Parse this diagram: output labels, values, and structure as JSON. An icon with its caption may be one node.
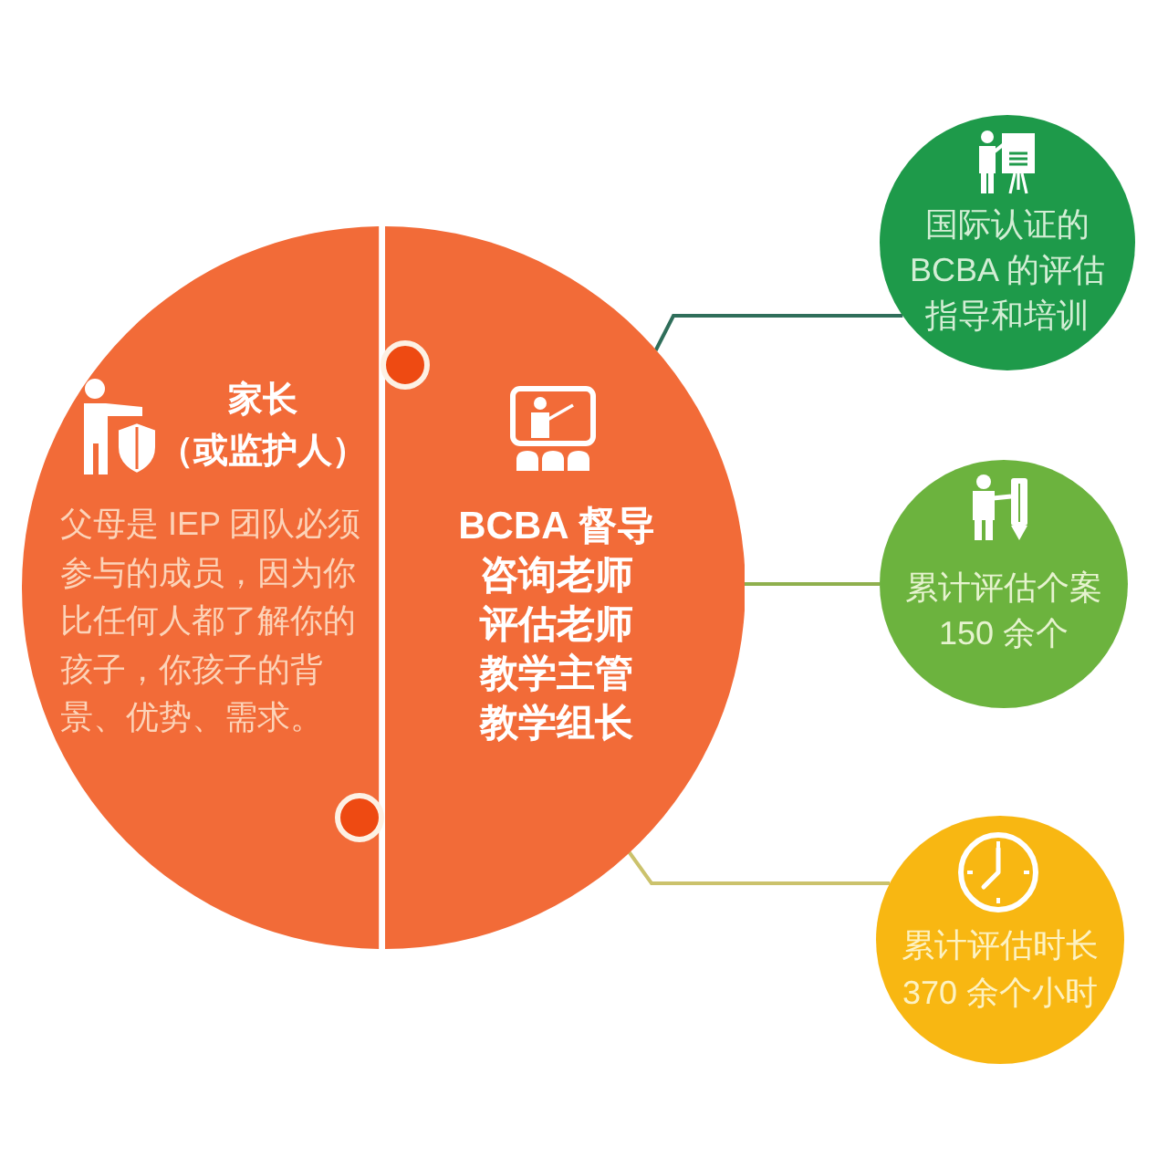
{
  "diagram": {
    "nodes": [
      {
        "text": [
          "家长（或监护人）",
          "父母是 IEP 团队必须参与的成员，因为你比任何人都了解你的孩子，你孩子的背景、优势、需求。"
        ]
      },
      {
        "text": [
          "BCBA 督导",
          "咨询老师",
          "评估老师",
          "教学主管",
          "教学组长"
        ]
      },
      {
        "text": [
          "国际认证的BCBA 的评估指导和培训"
        ]
      },
      {
        "text": [
          "累计评估个案150 余个"
        ]
      },
      {
        "text": [
          "累计评估时长370 余个小时"
        ]
      }
    ],
    "edges": [
      {
        "from": 1,
        "to": 2,
        "arrow": "none",
        "color": "#2f6e5a"
      },
      {
        "from": 1,
        "to": 3,
        "arrow": "none",
        "color": "#8fb04e"
      },
      {
        "from": 1,
        "to": 4,
        "arrow": "none",
        "color": "#cbc26c"
      }
    ]
  }
}
